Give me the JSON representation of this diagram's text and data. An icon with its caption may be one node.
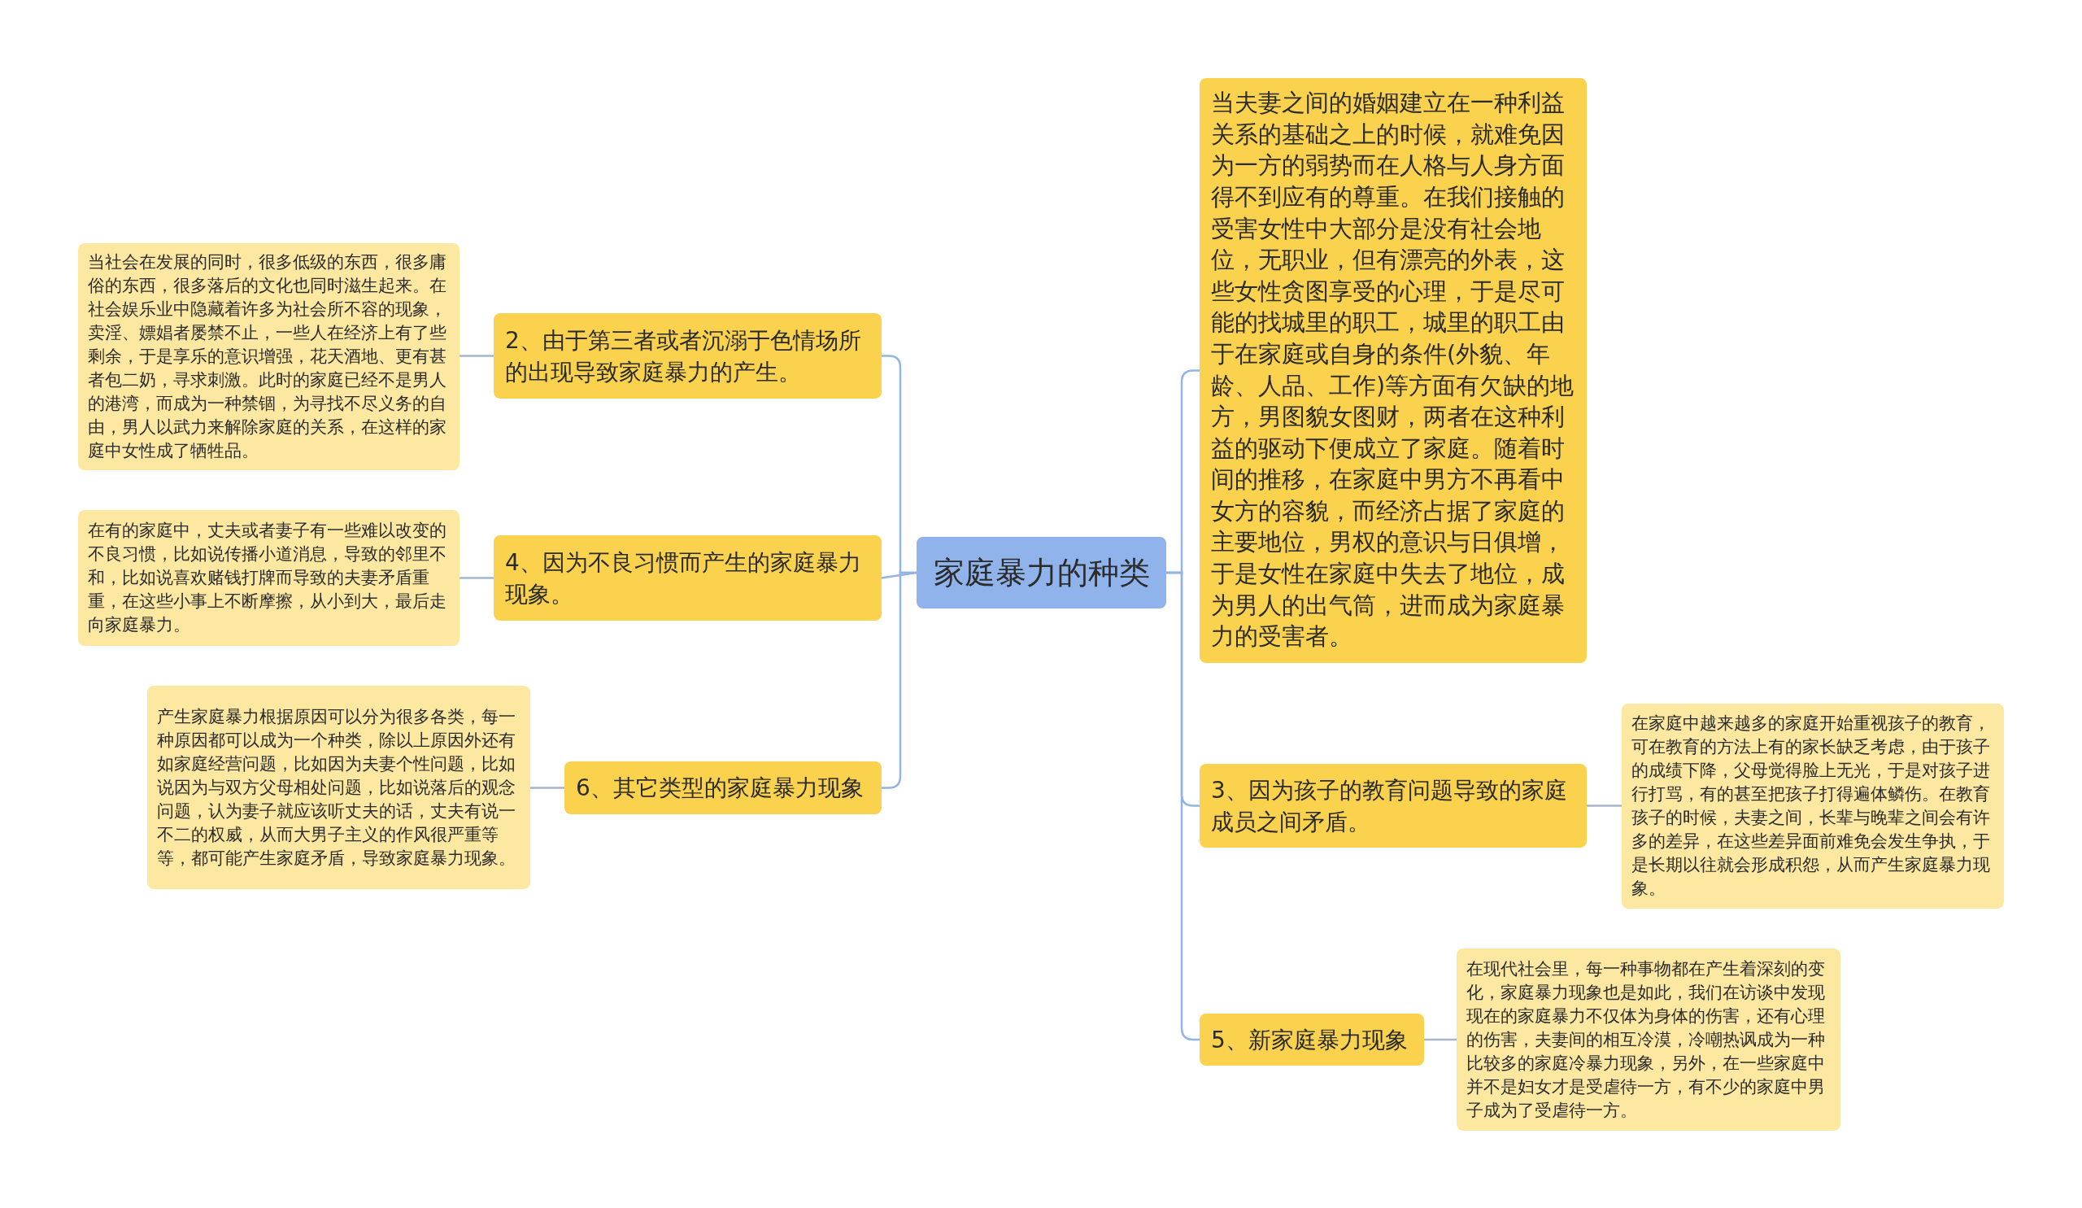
{
  "diagram": {
    "nodes": [
      {
        "text": [
          "家庭暴力的种类"
        ]
      },
      {
        "text": [
          "当夫妻之间的婚姻建立在一种利益关系的基础之上的时候，就难免因为一方的弱势而在人格与人身方面得不到应有的尊重。在我们接触的受害女性中大部分是没有社会地位，无职业，但有漂亮的外表，这些女性贪图享受的心理，于是尽可能的找城里的职工，城里的职工由于在家庭或自身的条件(外貌、年龄、人品、工作)等方面有欠缺的地方，男图貌女图财，两者在这种利益的驱动下便成立了家庭。随着时间的推移，在家庭中男方不再看中女方的容貌，而经济占据了家庭的主要地位，男权的意识与日俱增，于是女性在家庭中失去了地位，成为男人的出气筒，进而成为家庭暴力的受害者。"
        ]
      },
      {
        "text": [
          "2、由于第三者或者沉溺于色情场所的出现导致家庭暴力的产生。"
        ]
      },
      {
        "text": [
          "当社会在发展的同时，很多低级的东西，很多庸俗的东西，很多落后的文化也同时滋生起来。在社会娱乐业中隐藏着许多为社会所不容的现象，卖淫、嫖娼者屡禁不止，一些人在经济上有了些剩余，于是享乐的意识增强，花天酒地、更有甚者包二奶，寻求刺激。此时的家庭已经不是男人的港湾，而成为一种禁锢，为寻找不尽义务的自由，男人以武力来解除家庭的关系，在这样的家庭中女性成了牺牲品。"
        ]
      },
      {
        "text": [
          "3、因为孩子的教育问题导致的家庭成员之间矛盾。"
        ]
      },
      {
        "text": [
          "在家庭中越来越多的家庭开始重视孩子的教育，可在教育的方法上有的家长缺乏考虑，由于孩子的成绩下降，父母觉得脸上无光，于是对孩子进行打骂，有的甚至把孩子打得遍体鳞伤。在教育孩子的时候，夫妻之间，长辈与晚辈之间会有许多的差异，在这些差异面前难免会发生争执，于是长期以往就会形成积怨，从而产生家庭暴力现象。"
        ]
      },
      {
        "text": [
          "4、因为不良习惯而产生的家庭暴力现象。"
        ]
      },
      {
        "text": [
          "在有的家庭中，丈夫或者妻子有一些难以改变的不良习惯，比如说传播小道消息，导致的邻里不和，比如说喜欢赌钱打牌而导致的夫妻矛盾重重，在这些小事上不断摩擦，从小到大，最后走向家庭暴力。"
        ]
      },
      {
        "text": [
          "5、新家庭暴力现象"
        ]
      },
      {
        "text": [
          "在现代社会里，每一种事物都在产生着深刻的变化，家庭暴力现象也是如此，我们在访谈中发现现在的家庭暴力不仅体为身体的伤害，还有心理的伤害，夫妻间的相互冷漠，冷嘲热讽成为一种比较多的家庭冷暴力现象，另外，在一些家庭中并不是妇女才是受虐待一方，有不少的家庭中男子成为了受虐待一方。"
        ]
      },
      {
        "text": [
          "6、其它类型的家庭暴力现象"
        ]
      },
      {
        "text": [
          "产生家庭暴力根据原因可以分为很多各类，每一种原因都可以成为一个种类，除以上原因外还有如家庭经营问题，比如因为夫妻个性问题，比如说因为与双方父母相处问题，比如说落后的观念问题，认为妻子就应该听丈夫的话，丈夫有说一不二的权威，从而大男子主义的作风很严重等等，都可能产生家庭矛盾，导致家庭暴力现象。"
        ]
      }
    ],
    "edges": [
      {
        "from": 0,
        "to": 1,
        "arrow": "none"
      },
      {
        "from": 0,
        "to": 2,
        "arrow": "none"
      },
      {
        "from": 2,
        "to": 3,
        "arrow": "none"
      },
      {
        "from": 0,
        "to": 4,
        "arrow": "none"
      },
      {
        "from": 4,
        "to": 5,
        "arrow": "none"
      },
      {
        "from": 0,
        "to": 6,
        "arrow": "none"
      },
      {
        "from": 6,
        "to": 7,
        "arrow": "none"
      },
      {
        "from": 0,
        "to": 8,
        "arrow": "none"
      },
      {
        "from": 8,
        "to": 9,
        "arrow": "none"
      },
      {
        "from": 0,
        "to": 10,
        "arrow": "none"
      },
      {
        "from": 10,
        "to": 11,
        "arrow": "none"
      }
    ]
  }
}
